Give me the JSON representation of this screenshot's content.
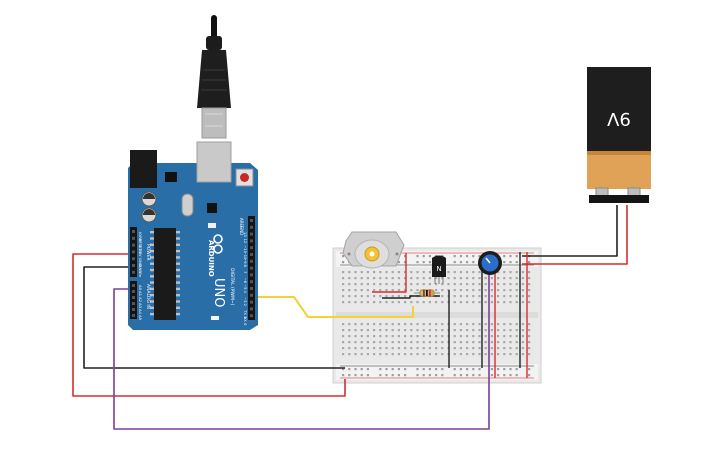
{
  "arduino": {
    "brand": "ARDUINO",
    "model": "UNO",
    "label_digital": "DIGITAL (PWM~)",
    "label_power": "POWER",
    "label_analog": "ANALOG IN",
    "label_aref": "AREF",
    "label_gnd": "GND",
    "pins_digital": [
      "13",
      "12",
      "~11",
      "~10",
      "~9",
      "8",
      "7",
      "~6",
      "~5",
      "4",
      "~3",
      "2",
      "TX 1",
      "RX 0"
    ],
    "pins_power": [
      "IOREF",
      "RESET",
      "3.3V",
      "5V",
      "GND",
      "GND",
      "Vin"
    ],
    "pins_analog": [
      "A0",
      "A1",
      "A2",
      "A3",
      "A4",
      "A5"
    ]
  },
  "battery": {
    "label": "9V"
  },
  "transistor": {
    "label": "N"
  },
  "colors": {
    "board": "#2a6ea8",
    "board_dark": "#1f5785",
    "wire_red": "#d32f2f",
    "wire_black": "#222222",
    "wire_yellow": "#f2d13a",
    "wire_purple": "#7b3f98",
    "breadboard": "#ececec"
  }
}
